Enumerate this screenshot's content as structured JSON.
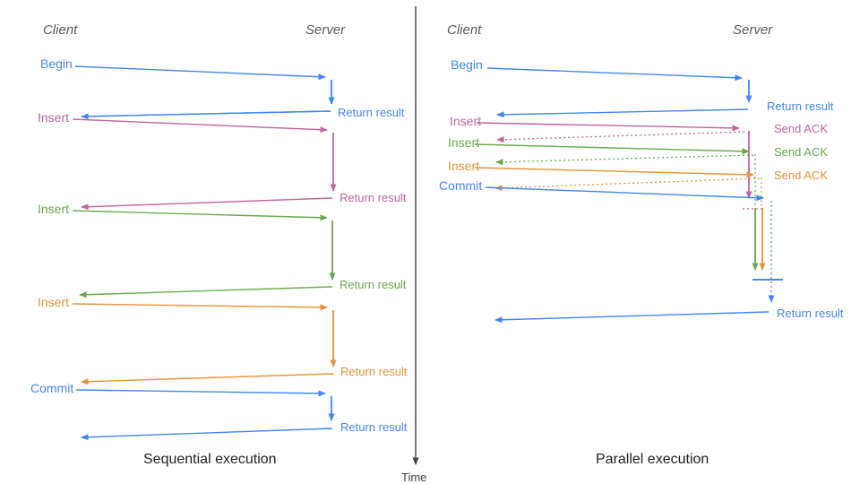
{
  "colors": {
    "blue": "#4285f4",
    "pink": "#c0649b",
    "green": "#6aa84f",
    "orange": "#e69138",
    "header": "#595959",
    "axis": "#3c4043",
    "caption": "#1f1f1f"
  },
  "time_axis": {
    "label": "Time"
  },
  "sequential": {
    "client_header": "Client",
    "server_header": "Server",
    "caption": "Sequential execution",
    "operations": [
      {
        "label": "Begin",
        "color": "blue",
        "response": "Return result"
      },
      {
        "label": "Insert",
        "color": "pink",
        "response": "Return result"
      },
      {
        "label": "Insert",
        "color": "green",
        "response": "Return result"
      },
      {
        "label": "Insert",
        "color": "orange",
        "response": "Return result"
      },
      {
        "label": "Commit",
        "color": "blue",
        "response": "Return result"
      }
    ]
  },
  "parallel": {
    "client_header": "Client",
    "server_header": "Server",
    "caption": "Parallel execution",
    "operations": [
      {
        "label": "Begin",
        "color": "blue",
        "response": "Return result"
      },
      {
        "label": "Insert",
        "color": "pink",
        "response": "Send ACK"
      },
      {
        "label": "Insert",
        "color": "green",
        "response": "Send ACK"
      },
      {
        "label": "Insert",
        "color": "orange",
        "response": "Send ACK"
      },
      {
        "label": "Commit",
        "color": "blue",
        "response": "Return result"
      }
    ]
  }
}
